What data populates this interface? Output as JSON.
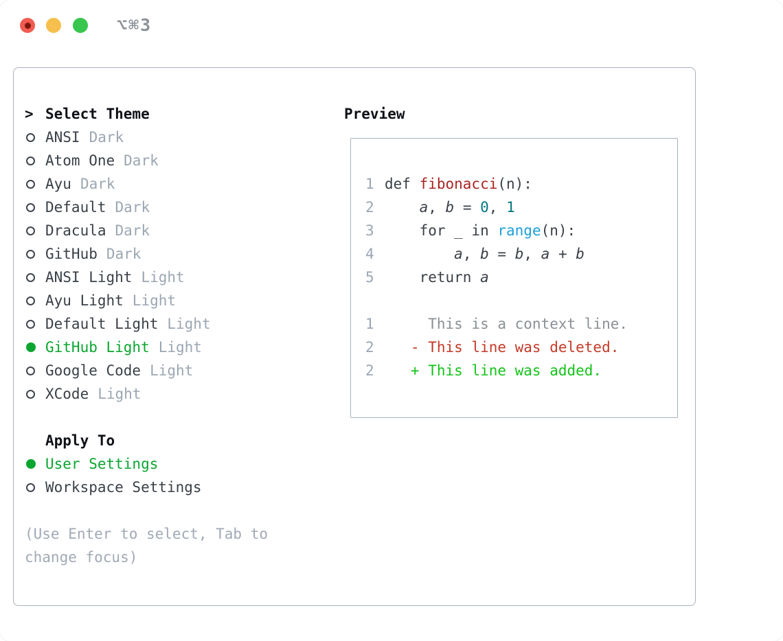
{
  "titlebar": {
    "title": "⌥⌘3"
  },
  "theme_picker": {
    "header_prefix": ">",
    "header": "Select Theme",
    "items": [
      {
        "name": "ANSI",
        "tag": "Dark",
        "selected": false
      },
      {
        "name": "Atom One",
        "tag": "Dark",
        "selected": false
      },
      {
        "name": "Ayu",
        "tag": "Dark",
        "selected": false
      },
      {
        "name": "Default",
        "tag": "Dark",
        "selected": false
      },
      {
        "name": "Dracula",
        "tag": "Dark",
        "selected": false
      },
      {
        "name": "GitHub",
        "tag": "Dark",
        "selected": false
      },
      {
        "name": "ANSI Light",
        "tag": "Light",
        "selected": false
      },
      {
        "name": "Ayu Light",
        "tag": "Light",
        "selected": false
      },
      {
        "name": "Default Light",
        "tag": "Light",
        "selected": false
      },
      {
        "name": "GitHub Light",
        "tag": "Light",
        "selected": true
      },
      {
        "name": "Google Code",
        "tag": "Light",
        "selected": false
      },
      {
        "name": "XCode",
        "tag": "Light",
        "selected": false
      }
    ],
    "apply_to": {
      "header": "Apply To",
      "options": [
        {
          "name": "User Settings",
          "selected": true
        },
        {
          "name": "Workspace Settings",
          "selected": false
        }
      ]
    },
    "hint_lines": [
      "(Use Enter to select, Tab to",
      "change focus)"
    ]
  },
  "preview": {
    "header": "Preview",
    "lines": [
      {
        "num": "1",
        "tokens": [
          {
            "t": "def ",
            "c": "plain"
          },
          {
            "t": "fibonacci",
            "c": "func"
          },
          {
            "t": "(n):",
            "c": "plain"
          }
        ]
      },
      {
        "num": "2",
        "tokens": [
          {
            "t": "    ",
            "c": "plain"
          },
          {
            "t": "a",
            "c": "var"
          },
          {
            "t": ", ",
            "c": "plain"
          },
          {
            "t": "b",
            "c": "var"
          },
          {
            "t": " = ",
            "c": "plain"
          },
          {
            "t": "0",
            "c": "number"
          },
          {
            "t": ", ",
            "c": "plain"
          },
          {
            "t": "1",
            "c": "number"
          }
        ]
      },
      {
        "num": "3",
        "tokens": [
          {
            "t": "    for _ in ",
            "c": "plain"
          },
          {
            "t": "range",
            "c": "builtin"
          },
          {
            "t": "(n):",
            "c": "plain"
          }
        ]
      },
      {
        "num": "4",
        "tokens": [
          {
            "t": "        ",
            "c": "plain"
          },
          {
            "t": "a",
            "c": "var"
          },
          {
            "t": ", ",
            "c": "plain"
          },
          {
            "t": "b",
            "c": "var"
          },
          {
            "t": " = ",
            "c": "plain"
          },
          {
            "t": "b",
            "c": "var"
          },
          {
            "t": ", ",
            "c": "plain"
          },
          {
            "t": "a",
            "c": "var"
          },
          {
            "t": " + ",
            "c": "plain"
          },
          {
            "t": "b",
            "c": "var"
          }
        ]
      },
      {
        "num": "5",
        "tokens": [
          {
            "t": "    return ",
            "c": "plain"
          },
          {
            "t": "a",
            "c": "var"
          }
        ]
      },
      {
        "num": "",
        "tokens": []
      },
      {
        "num": "1",
        "tokens": [
          {
            "t": "     This is a context line.",
            "c": "context"
          }
        ]
      },
      {
        "num": "2",
        "tokens": [
          {
            "t": "   - This line was deleted.",
            "c": "deleted"
          }
        ]
      },
      {
        "num": "2",
        "tokens": [
          {
            "t": "   + This line was added.",
            "c": "added"
          }
        ]
      }
    ]
  },
  "colors": {
    "accent_green": "#0aa630",
    "border": "#a9b1ba",
    "item_text": "#3a4048",
    "muted": "#9ba6b2",
    "hint": "#a0a9b5",
    "titlebar_text": "#8b9299",
    "line_number": "#9aa5b5",
    "code_text": "#3a4048",
    "code_function": "#a92522",
    "code_number": "#00767d",
    "code_builtin": "#1c9fd9",
    "diff_context": "#8b9096",
    "diff_deleted": "#c43a28",
    "diff_added": "#14c319",
    "traffic_red": "#f05c51",
    "traffic_red_dot": "#7e150d",
    "traffic_yellow": "#f6bf4e",
    "traffic_green": "#38c64e"
  }
}
